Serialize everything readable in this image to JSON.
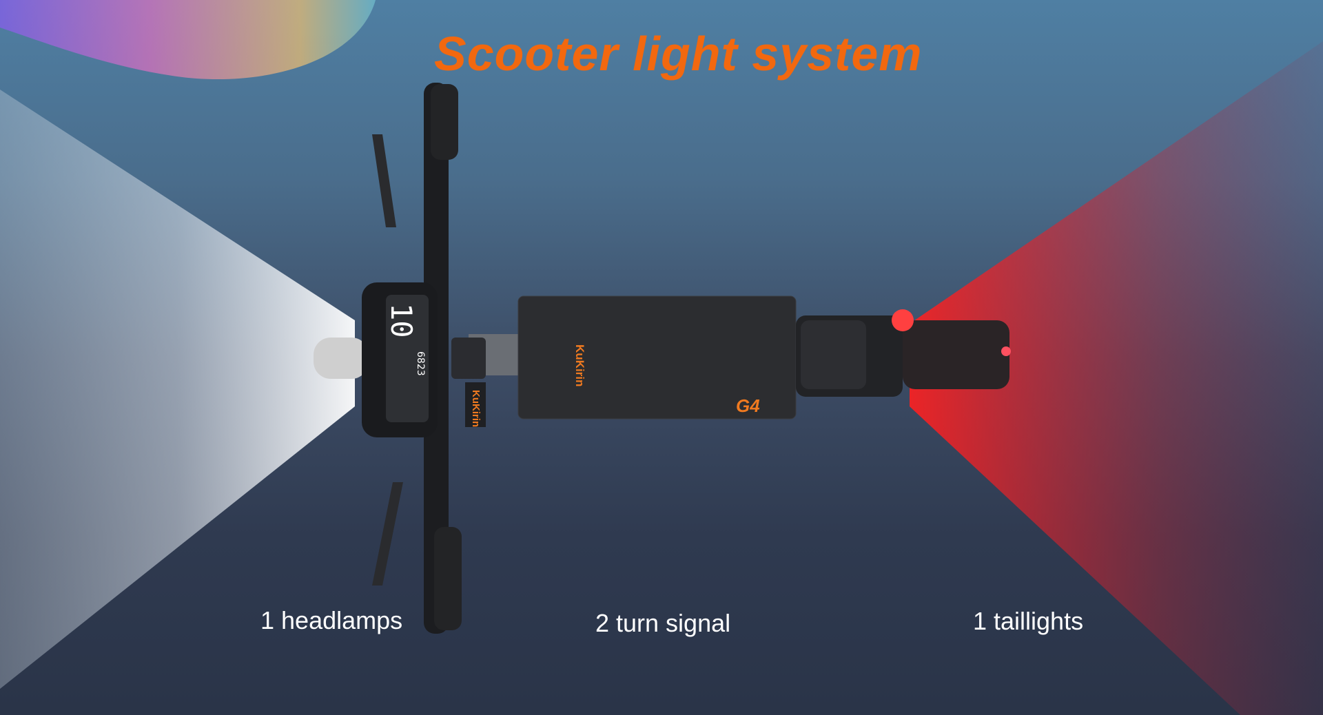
{
  "title": "Scooter light system",
  "labels": {
    "headlamps": "1 headlamps",
    "turn_signal": "2 turn signal",
    "taillights": "1 taillights"
  },
  "product_markings": {
    "brand": "KuKirin",
    "model": "G4",
    "display_speed": "10",
    "display_odometer": "6823"
  },
  "colors": {
    "title": "#f2680f",
    "headlight_beam": "#e8eef4",
    "taillight_beam": "#ff2a2a",
    "brand_orange": "#f07a20"
  }
}
